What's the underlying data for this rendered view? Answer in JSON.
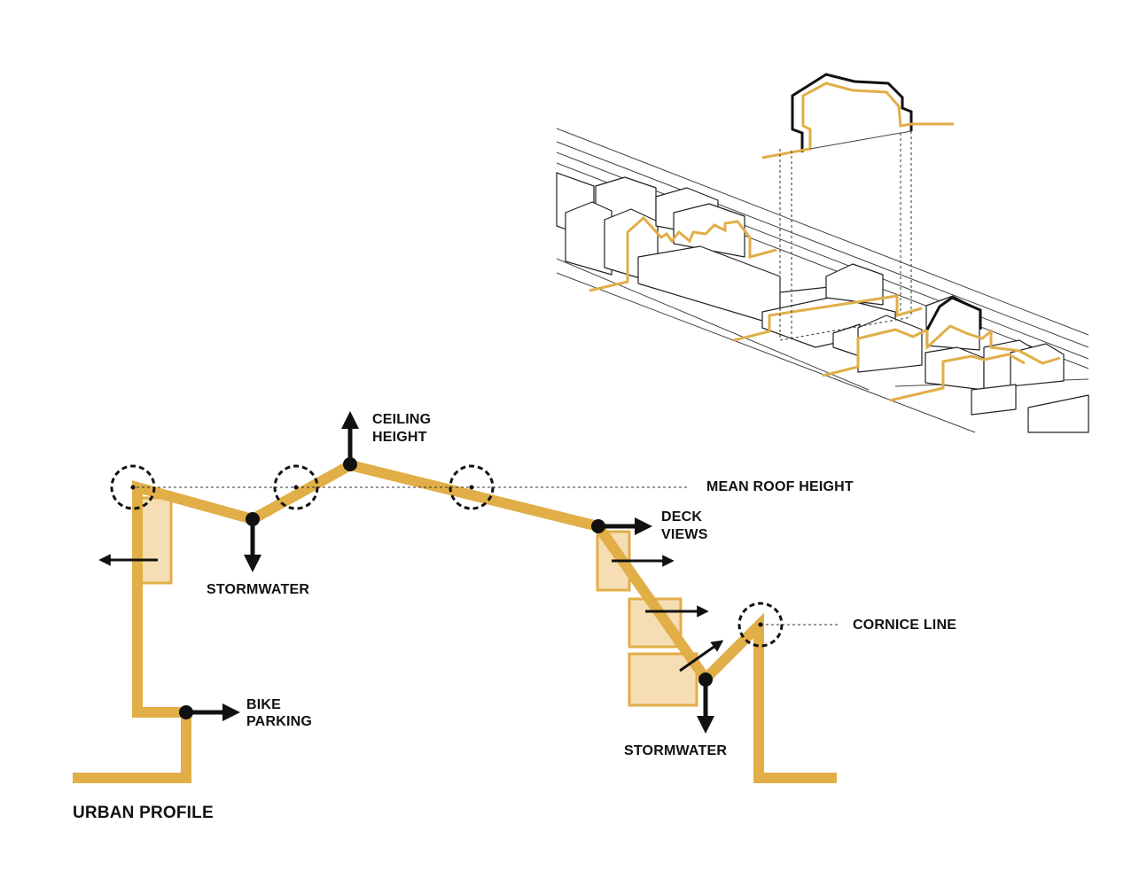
{
  "colors": {
    "profile_gold": "#E1AE47",
    "box_fill": "#F6DDB4",
    "ink": "#111111"
  },
  "labels": {
    "ceiling_height_line1": "CEILING",
    "ceiling_height_line2": "HEIGHT",
    "mean_roof_height": "MEAN ROOF HEIGHT",
    "deck_views_line1": "DECK",
    "deck_views_line2": "VIEWS",
    "stormwater_left": "STORMWATER",
    "stormwater_right": "STORMWATER",
    "cornice_line": "CORNICE LINE",
    "bike_parking_line1": "BIKE",
    "bike_parking_line2": "PARKING",
    "title": "URBAN PROFILE"
  }
}
